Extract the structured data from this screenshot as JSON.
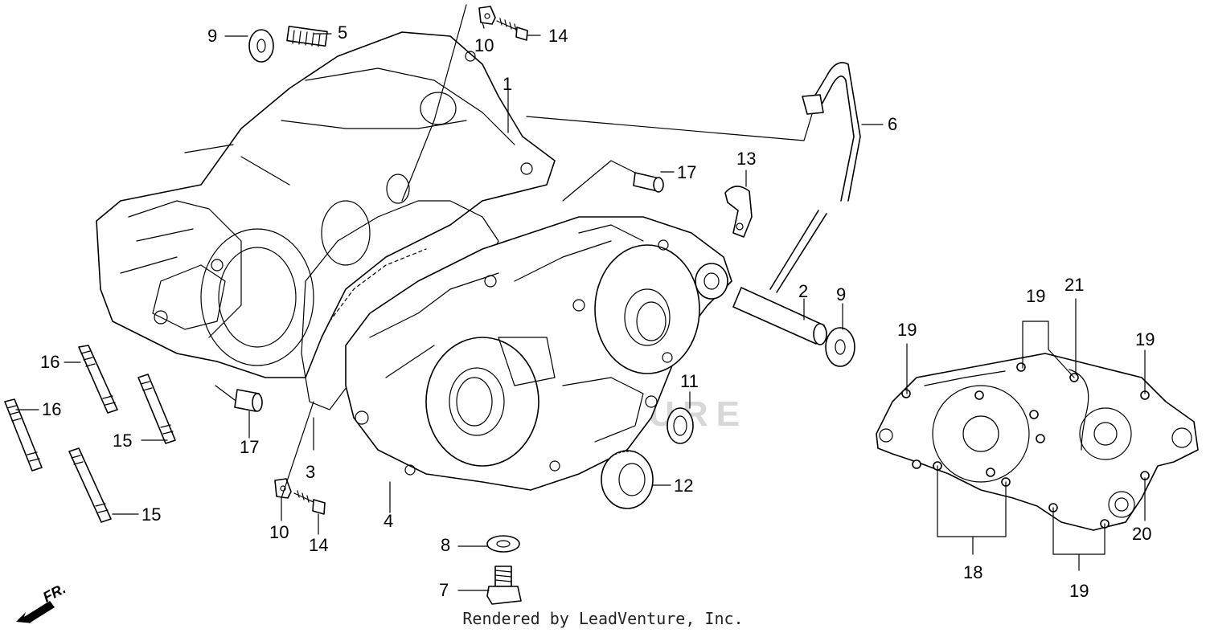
{
  "diagram": {
    "watermark": "LEADVENTURE",
    "footer": "Rendered by LeadVenture, Inc.",
    "direction_label": "FR.",
    "callouts": [
      {
        "id": "c1",
        "text": "1"
      },
      {
        "id": "c2",
        "text": "2"
      },
      {
        "id": "c3",
        "text": "3"
      },
      {
        "id": "c4",
        "text": "4"
      },
      {
        "id": "c5",
        "text": "5"
      },
      {
        "id": "c6",
        "text": "6"
      },
      {
        "id": "c7",
        "text": "7"
      },
      {
        "id": "c8",
        "text": "8"
      },
      {
        "id": "c9a",
        "text": "9"
      },
      {
        "id": "c9b",
        "text": "9"
      },
      {
        "id": "c10a",
        "text": "10"
      },
      {
        "id": "c10b",
        "text": "10"
      },
      {
        "id": "c11",
        "text": "11"
      },
      {
        "id": "c12",
        "text": "12"
      },
      {
        "id": "c13",
        "text": "13"
      },
      {
        "id": "c14a",
        "text": "14"
      },
      {
        "id": "c14b",
        "text": "14"
      },
      {
        "id": "c15a",
        "text": "15"
      },
      {
        "id": "c15b",
        "text": "15"
      },
      {
        "id": "c16a",
        "text": "16"
      },
      {
        "id": "c16b",
        "text": "16"
      },
      {
        "id": "c17a",
        "text": "17"
      },
      {
        "id": "c17b",
        "text": "17"
      },
      {
        "id": "c18",
        "text": "18"
      },
      {
        "id": "c19a",
        "text": "19"
      },
      {
        "id": "c19b",
        "text": "19"
      },
      {
        "id": "c19c",
        "text": "19"
      },
      {
        "id": "c19d",
        "text": "19"
      },
      {
        "id": "c20",
        "text": "20"
      },
      {
        "id": "c21",
        "text": "21"
      }
    ]
  }
}
